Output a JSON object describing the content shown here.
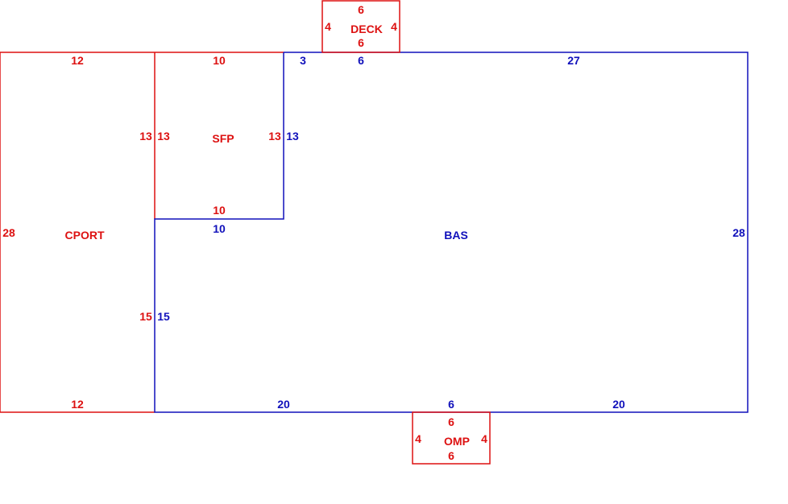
{
  "colors": {
    "red": "#dd1111",
    "blue": "#1111bb"
  },
  "areas": {
    "cport": {
      "name": "CPORT",
      "top": "12",
      "bottom": "12",
      "left": "28",
      "right_upper": "13",
      "right_lower": "15"
    },
    "sfp": {
      "name": "SFP",
      "top": "10",
      "bottom": "10",
      "left": "13",
      "right": "13"
    },
    "bas": {
      "name": "BAS",
      "top_a": "3",
      "top_b": "6",
      "top_c": "27",
      "right": "28",
      "left_upper": "13",
      "left_lower": "15",
      "top_inner": "10",
      "bottom_a": "20",
      "bottom_b": "6",
      "bottom_c": "20"
    },
    "deck": {
      "name": "DECK",
      "top": "6",
      "bottom": "6",
      "left": "4",
      "right": "4"
    },
    "omp": {
      "name": "OMP",
      "top": "6",
      "bottom": "6",
      "left": "4",
      "right": "4"
    }
  }
}
